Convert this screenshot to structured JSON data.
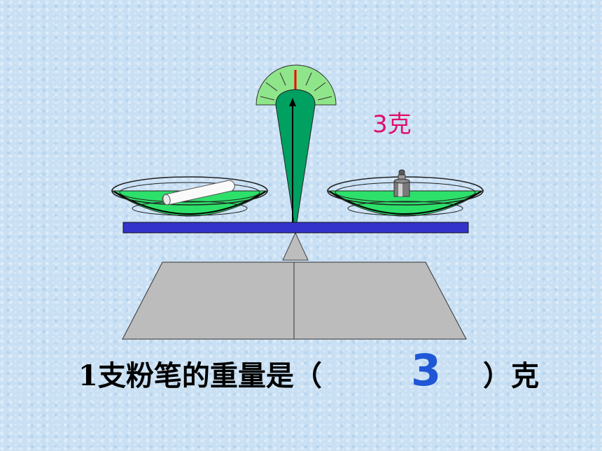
{
  "scale": {
    "reading_label": "3克",
    "pointer_level": 0.5
  },
  "question": {
    "prefix": "1支粉笔的重量是（",
    "answer": "3",
    "suffix": "）克"
  },
  "colors": {
    "pan_fill": "#2de06a",
    "dial_fill": "#8fe58a",
    "pointer_fill": "#00a060",
    "beam": "#3333cc",
    "base": "#bcbcbc",
    "needle": "#ff0000",
    "label": "#e0106a",
    "answer": "#1f57d6"
  },
  "icons": {
    "left_object": "chalk-icon",
    "right_object": "weight-icon"
  }
}
